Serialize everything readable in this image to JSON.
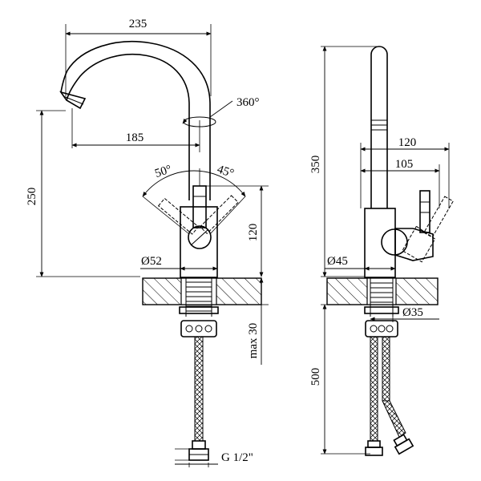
{
  "front_view": {
    "dims": {
      "total_reach": "235",
      "spout_reach": "185",
      "rotation": "360°",
      "height": "250",
      "angle_left": "50°",
      "angle_right": "45°",
      "handle_height": "120",
      "base_diameter": "Ø52",
      "max_thickness": "max 30",
      "thread": "G 1/2\""
    }
  },
  "side_view": {
    "dims": {
      "total_height": "350",
      "handle_reach": "120",
      "handle_offset": "105",
      "body_diameter": "Ø45",
      "shank_diameter": "Ø35",
      "hose_length": "500"
    }
  }
}
